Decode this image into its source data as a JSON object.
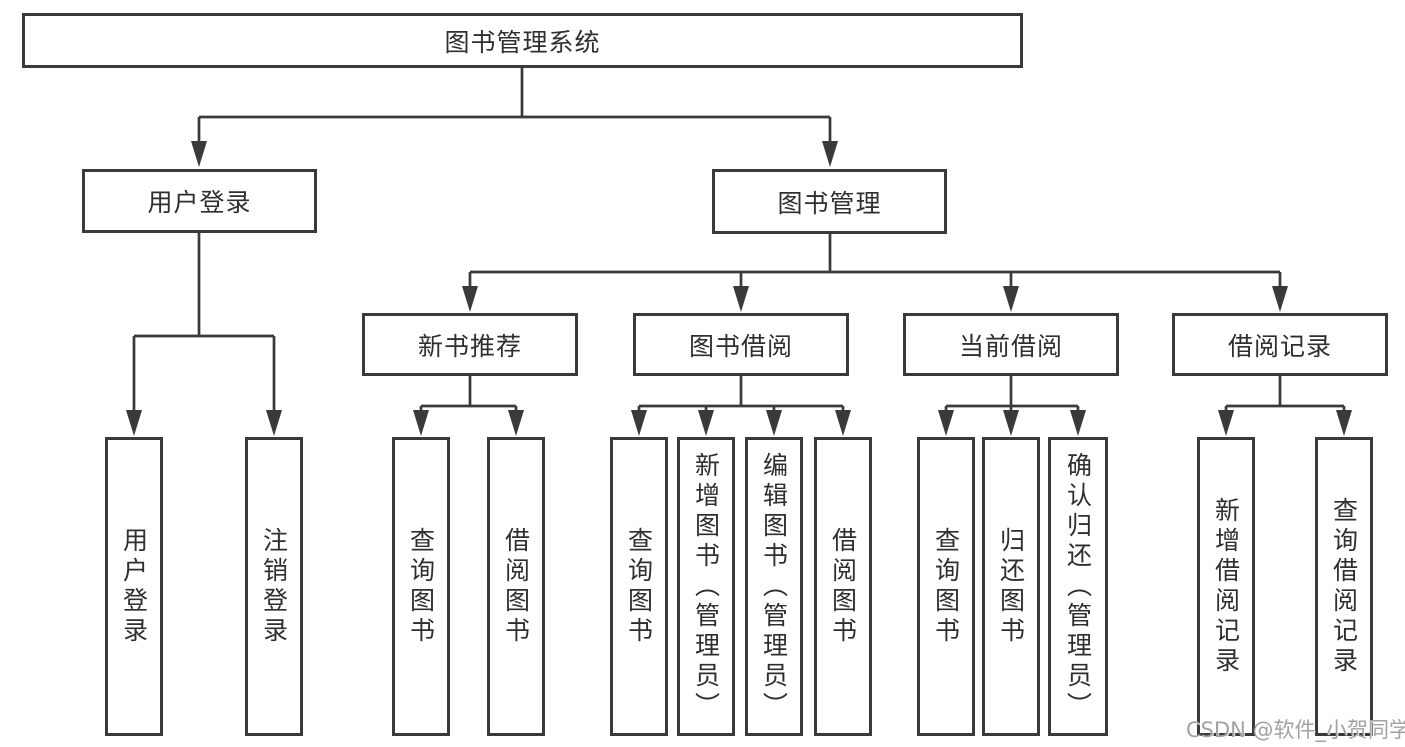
{
  "diagram": {
    "root": "图书管理系统",
    "branches": [
      {
        "label": "用户登录",
        "children": [
          "用户登录",
          "注销登录"
        ]
      },
      {
        "label": "图书管理",
        "groups": [
          {
            "label": "新书推荐",
            "children": [
              "查询图书",
              "借阅图书"
            ]
          },
          {
            "label": "图书借阅",
            "children": [
              "查询图书",
              "新增图书（管理员）",
              "编辑图书（管理员）",
              "借阅图书"
            ]
          },
          {
            "label": "当前借阅",
            "children": [
              "查询图书",
              "归还图书",
              "确认归还（管理员）"
            ]
          },
          {
            "label": "借阅记录",
            "children": [
              "新增借阅记录",
              "查询借阅记录"
            ]
          }
        ]
      }
    ]
  },
  "watermark": "CSDN @软件_小贺同学",
  "colors": {
    "line": "#3a3a3a",
    "text": "#2f2f2f",
    "watermark": "#a2a2a2",
    "background": "#ffffff"
  }
}
